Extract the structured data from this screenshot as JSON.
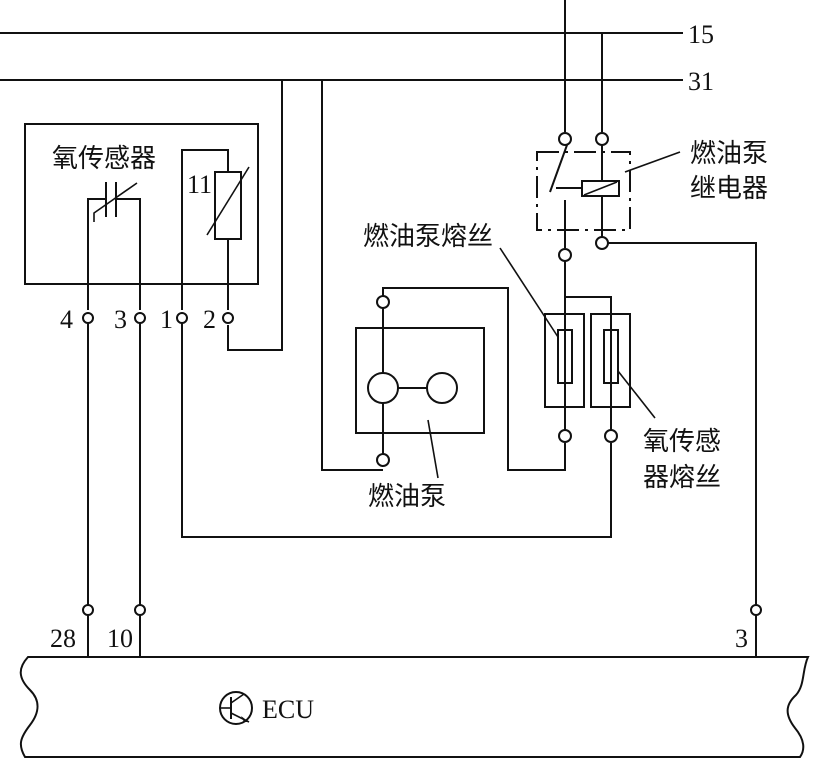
{
  "diagram": {
    "bus_lines": [
      {
        "id": "terminal-15",
        "label": "15"
      },
      {
        "id": "terminal-31",
        "label": "31"
      }
    ],
    "components": {
      "oxygen_sensor": {
        "label": "氧传感器",
        "heater_label": "11",
        "pins": [
          "4",
          "3",
          "1",
          "2"
        ]
      },
      "fuel_pump": {
        "label": "燃油泵"
      },
      "fuel_pump_relay": {
        "label_line1": "燃油泵",
        "label_line2": "继电器"
      },
      "fuel_pump_fuse": {
        "label": "燃油泵熔丝"
      },
      "oxygen_sensor_fuse": {
        "label_line1": "氧传感",
        "label_line2": "器熔丝"
      },
      "ecu": {
        "label": "ECU",
        "pins": [
          "28",
          "10",
          "3"
        ]
      }
    }
  }
}
